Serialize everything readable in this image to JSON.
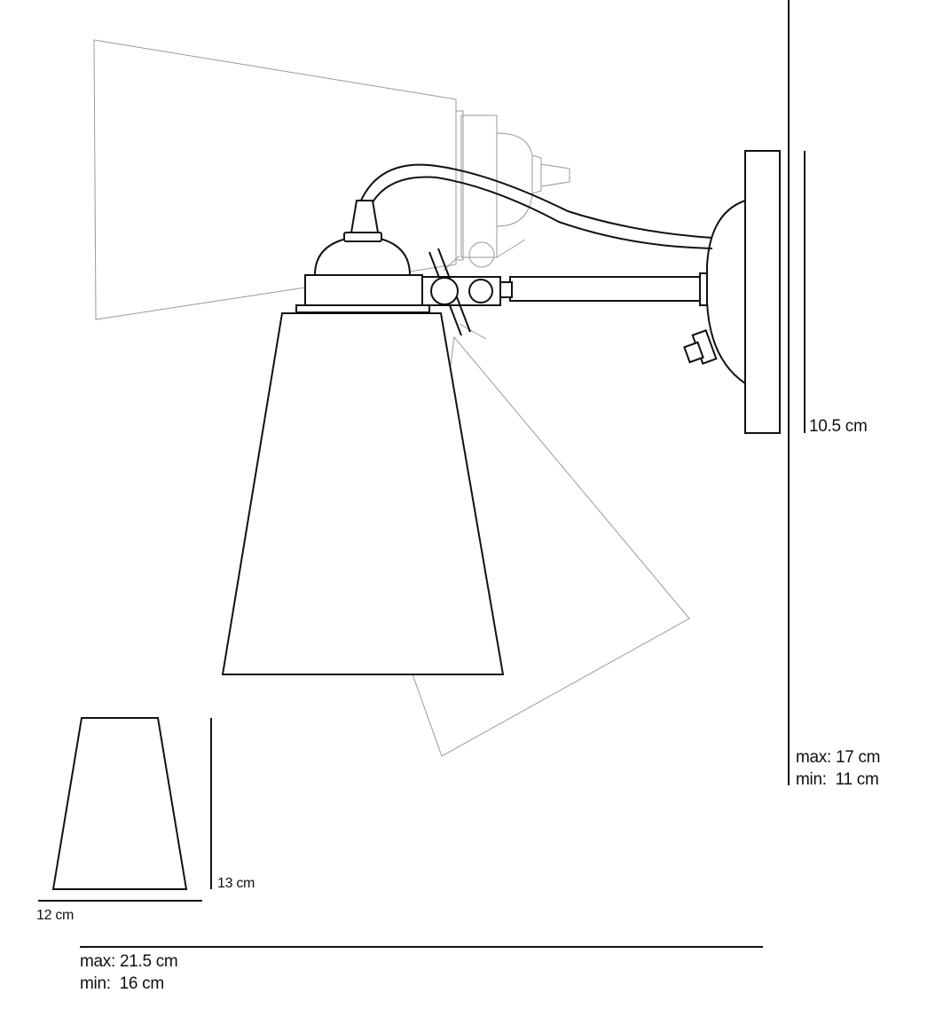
{
  "dimensions": {
    "backplate_height": "10.5 cm",
    "total_height_max": "max: 17 cm",
    "total_height_min": "min:  11 cm",
    "shade_height": "13 cm",
    "shade_width": "12 cm",
    "projection_max": "max: 21.5 cm",
    "projection_min": "min:  16 cm"
  },
  "colors": {
    "line": "#111111",
    "ghost": "#9a9a9a",
    "fill": "#ffffff"
  }
}
